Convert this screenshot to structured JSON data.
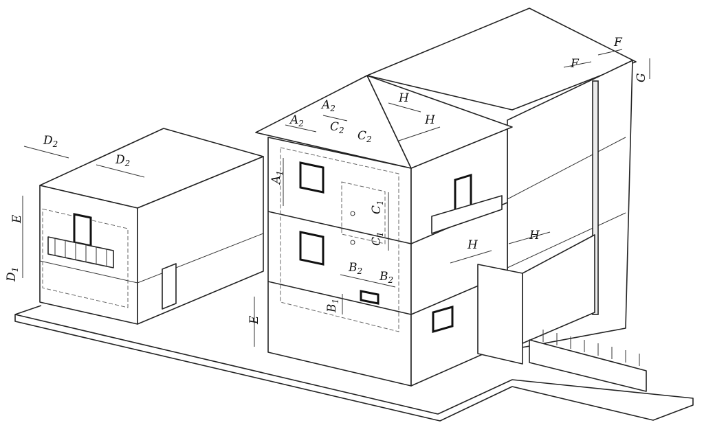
{
  "labels": {
    "d2_a": {
      "base": "D",
      "sub": "2"
    },
    "d2_b": {
      "base": "D",
      "sub": "2"
    },
    "e_left": {
      "base": "E",
      "sub": ""
    },
    "d1": {
      "base": "D",
      "sub": "1"
    },
    "a2_a": {
      "base": "A",
      "sub": "2"
    },
    "a2_b": {
      "base": "A",
      "sub": "2"
    },
    "c2_a": {
      "base": "C",
      "sub": "2"
    },
    "c2_b": {
      "base": "C",
      "sub": "2"
    },
    "a1": {
      "base": "A",
      "sub": "1"
    },
    "c1_a": {
      "base": "C",
      "sub": "1"
    },
    "c1_b": {
      "base": "C",
      "sub": "1"
    },
    "b2_a": {
      "base": "B",
      "sub": "2"
    },
    "b2_b": {
      "base": "B",
      "sub": "2"
    },
    "b1": {
      "base": "B",
      "sub": "1"
    },
    "e_main": {
      "base": "E",
      "sub": ""
    },
    "h_a": {
      "base": "H",
      "sub": ""
    },
    "h_b": {
      "base": "H",
      "sub": ""
    },
    "h_c": {
      "base": "H",
      "sub": ""
    },
    "h_d": {
      "base": "H",
      "sub": ""
    },
    "f_a": {
      "base": "F",
      "sub": ""
    },
    "f_b": {
      "base": "F",
      "sub": ""
    },
    "g": {
      "base": "G",
      "sub": ""
    }
  }
}
